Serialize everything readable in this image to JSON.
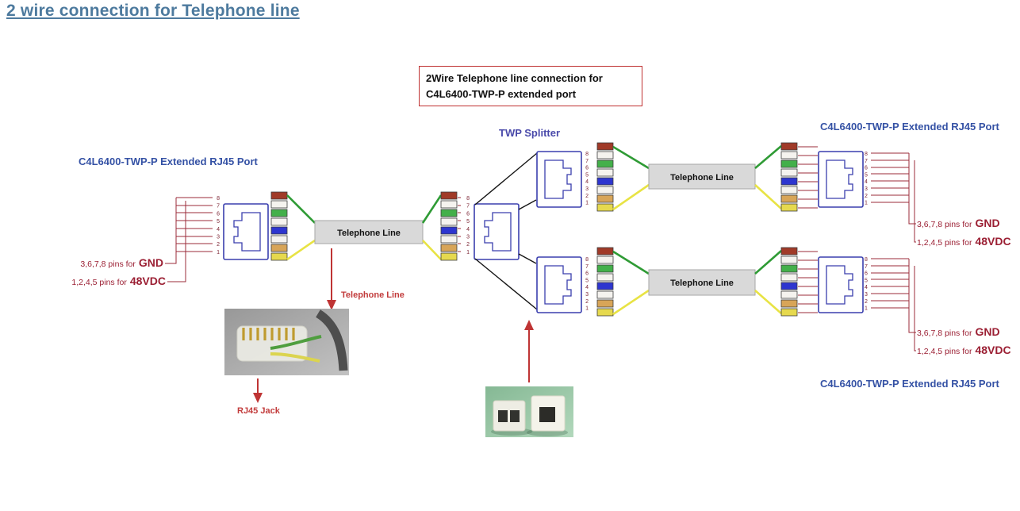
{
  "page": {
    "title": "2 wire connection for Telephone line"
  },
  "callout": {
    "line1": "2Wire Telephone line connection for",
    "line2": "C4L6400-TWP-P extended port"
  },
  "labels": {
    "left_port": "C4L6400-TWP-P Extended RJ45 Port",
    "right_port_top": "C4L6400-TWP-P Extended RJ45 Port",
    "right_port_bottom": "C4L6400-TWP-P Extended RJ45 Port",
    "twp_splitter": "TWP Splitter",
    "telephone_line": "Telephone Line",
    "telephone_line_arrow": "Telephone Line",
    "rj45_jack": "RJ45 Jack"
  },
  "pin_labels": {
    "gnd_prefix": "3,6,7,8 pins for",
    "gnd": "GND",
    "vdc_prefix": "1,2,4,5 pins for",
    "vdc": "48VDC"
  },
  "pins": [
    "8",
    "7",
    "6",
    "5",
    "4",
    "3",
    "2",
    "1"
  ],
  "wire_colors": [
    "#a03a28",
    "#f5f3ef",
    "#43b04a",
    "#f5f3ef",
    "#2d35cf",
    "#f5f3ef",
    "#d8a558",
    "#e6d94e"
  ],
  "colors": {
    "green_wire": "#2f9b35",
    "yellow_wire": "#e8e344",
    "port_outline": "#3a3fae",
    "pin_line": "#9b2b3a",
    "arrow_red": "#bf3434",
    "callout_border": "#bf3030",
    "title_blue": "#4d7a9e",
    "label_blue": "#3552a5",
    "telephone_box_fill": "#d9d9d9"
  }
}
